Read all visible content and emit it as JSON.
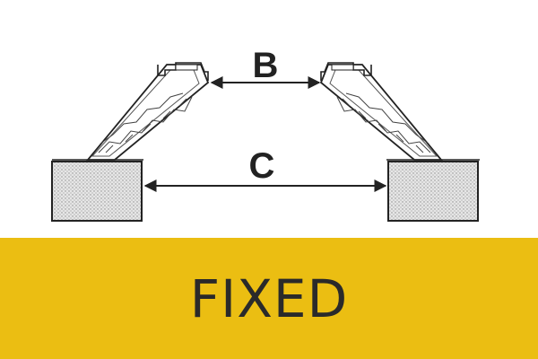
{
  "diagram": {
    "label_inner": "B",
    "label_outer": "C"
  },
  "banner": {
    "text": "FIXED"
  },
  "colors": {
    "banner_bg": "#EBBE12",
    "line": "#222222",
    "hatch_fill": "#d9d9d9"
  }
}
